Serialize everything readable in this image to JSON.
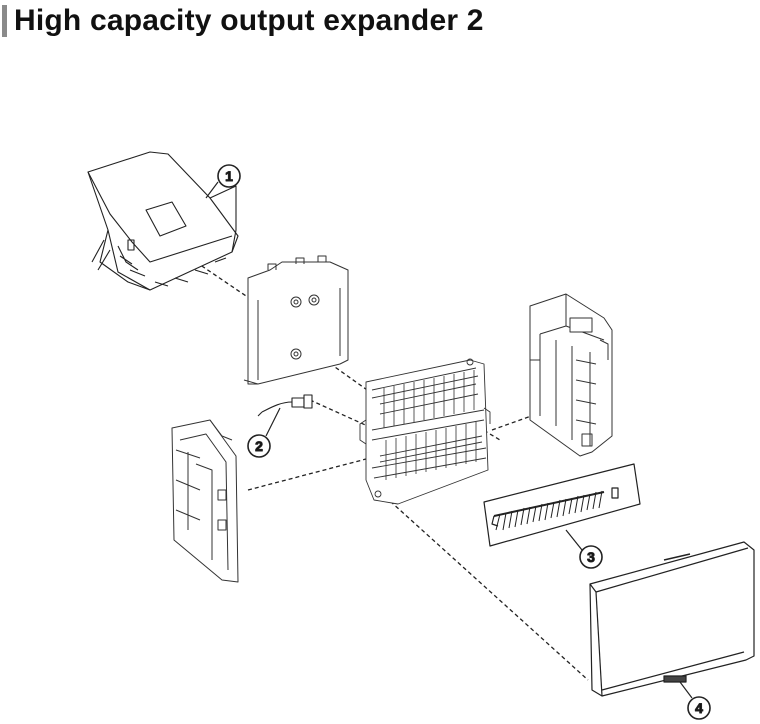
{
  "page": {
    "title": "High capacity output expander 2"
  },
  "callouts": [
    {
      "id": "1",
      "part": "top-output-bin"
    },
    {
      "id": "2",
      "part": "sensor-cable"
    },
    {
      "id": "3",
      "part": "deflector-gate-assembly"
    },
    {
      "id": "4",
      "part": "front-door-cover"
    }
  ],
  "colors": {
    "line": "#222222",
    "light_line": "#555555",
    "accent_bar": "#8a8a8a"
  }
}
